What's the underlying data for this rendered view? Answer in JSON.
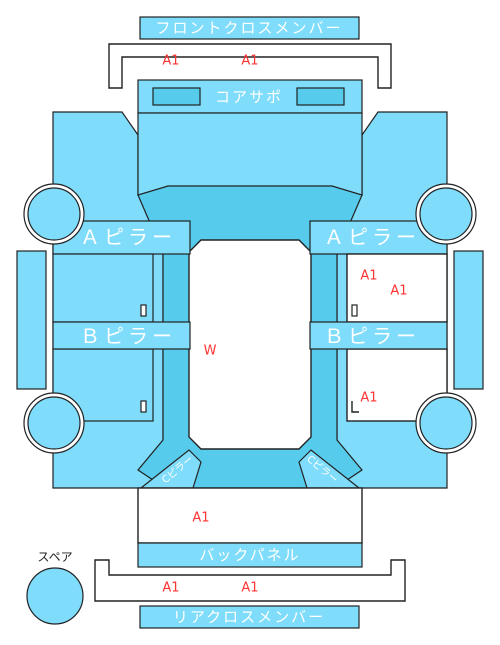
{
  "labels": {
    "front_cross_member": "フロントクロスメンバー",
    "core_support": "コアサポ",
    "a_pillar_left": "Ａピラー",
    "a_pillar_right": "Ａピラー",
    "b_pillar_left": "Ｂピラー",
    "b_pillar_right": "Ｂピラー",
    "back_panel": "バックパネル",
    "rear_cross_member": "リアクロスメンバー",
    "c_pillar_left": "Cピラー",
    "c_pillar_right": "Cピラー",
    "spare": "スペア"
  },
  "marks": {
    "front_a1_left": "A1",
    "front_a1_right": "A1",
    "right_a1_top": "A1",
    "right_a1_top2": "A1",
    "right_a1_bottom": "A1",
    "center_w": "W",
    "trunk_a1": "A1",
    "rear_a1_left": "A1",
    "rear_a1_right": "A1"
  },
  "colors": {
    "panel": "#7fdcfa",
    "panel_dark": "#56cbec",
    "mark": "#ff3333",
    "outline": "#222222"
  }
}
